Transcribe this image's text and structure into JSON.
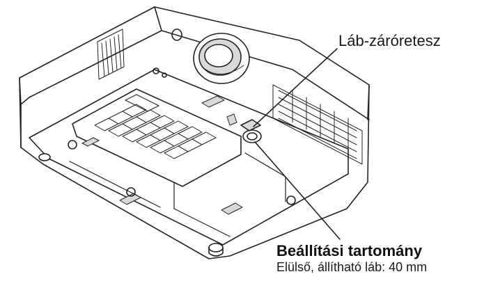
{
  "labels": {
    "foot_latch": "Láb-záróretesz",
    "adjust_range_title": "Beállítási tartomány",
    "adjust_range_detail": "Elülső, állítható láb: 40 mm"
  },
  "colors": {
    "line": "#222222",
    "background": "#ffffff",
    "shade": "#d9d9d9"
  }
}
